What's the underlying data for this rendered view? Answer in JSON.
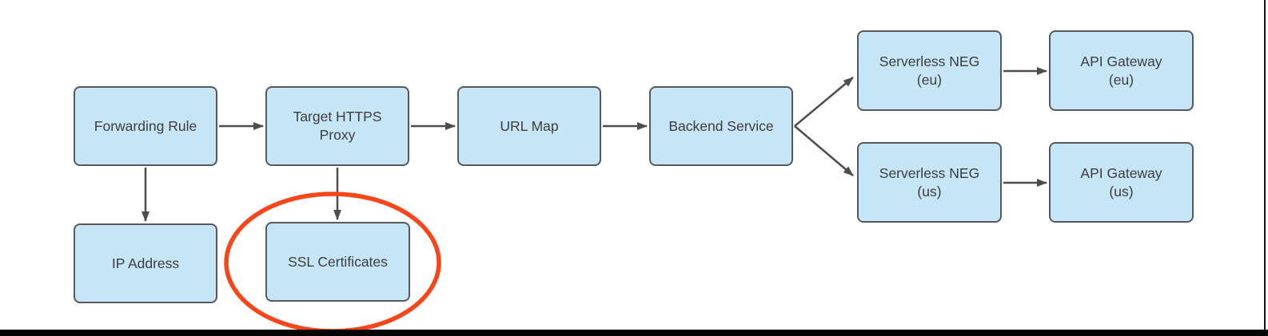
{
  "diagram": {
    "type": "flowchart",
    "description": "HTTPS load balancer architecture flow with SSL Certificates highlighted by a red ellipse",
    "nodes": [
      {
        "id": "forwarding-rule",
        "label": "Forwarding Rule"
      },
      {
        "id": "target-https-proxy",
        "label": "Target HTTPS\nProxy"
      },
      {
        "id": "url-map",
        "label": "URL Map"
      },
      {
        "id": "backend-service",
        "label": "Backend Service"
      },
      {
        "id": "serverless-neg-eu",
        "label": "Serverless NEG\n(eu)"
      },
      {
        "id": "api-gateway-eu",
        "label": "API Gateway\n(eu)"
      },
      {
        "id": "serverless-neg-us",
        "label": "Serverless NEG\n(us)"
      },
      {
        "id": "api-gateway-us",
        "label": "API Gateway\n(us)"
      },
      {
        "id": "ip-address",
        "label": "IP Address"
      },
      {
        "id": "ssl-certificates",
        "label": "SSL Certificates"
      }
    ],
    "edges": [
      {
        "from": "forwarding-rule",
        "to": "target-https-proxy"
      },
      {
        "from": "target-https-proxy",
        "to": "url-map"
      },
      {
        "from": "url-map",
        "to": "backend-service"
      },
      {
        "from": "backend-service",
        "to": "serverless-neg-eu"
      },
      {
        "from": "backend-service",
        "to": "serverless-neg-us"
      },
      {
        "from": "serverless-neg-eu",
        "to": "api-gateway-eu"
      },
      {
        "from": "serverless-neg-us",
        "to": "api-gateway-us"
      },
      {
        "from": "forwarding-rule",
        "to": "ip-address"
      },
      {
        "from": "target-https-proxy",
        "to": "ssl-certificates"
      }
    ],
    "annotations": [
      {
        "type": "ellipse-highlight",
        "target": "ssl-certificates",
        "color": "#f8461a"
      }
    ],
    "colors": {
      "node_fill": "#c6e5f7",
      "node_border": "#58595b",
      "arrow": "#4d4d4d",
      "highlight_ellipse": "#f8461a",
      "text": "#3d3d3d",
      "frame_bar": "#050505"
    }
  }
}
